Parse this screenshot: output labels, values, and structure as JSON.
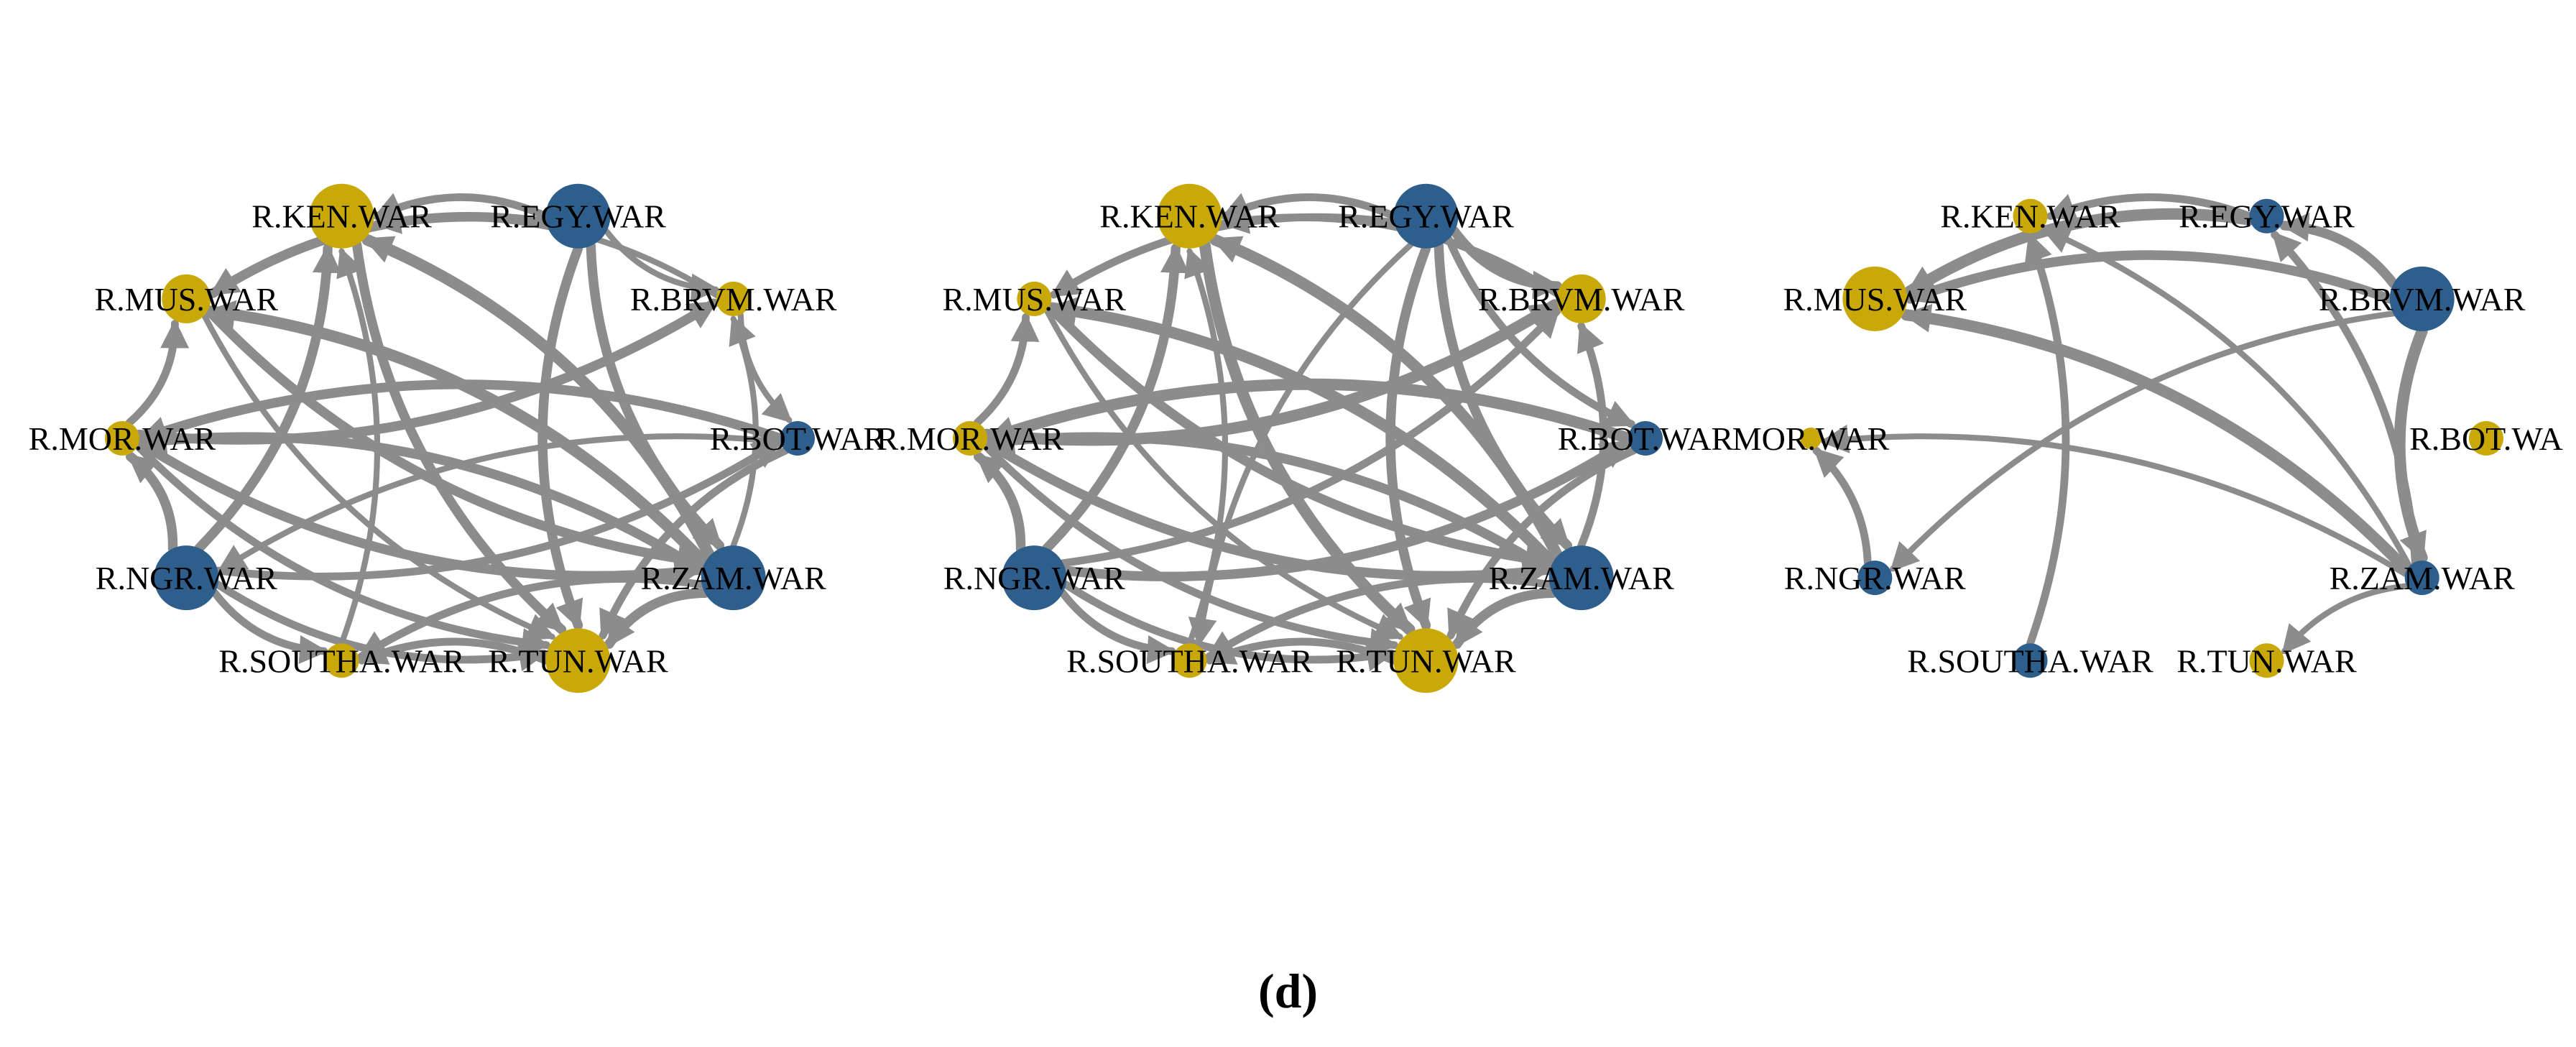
{
  "caption": "(d)",
  "colors": {
    "transmitter": "#2E5E8C",
    "receiver": "#C9A90A",
    "edge": "#8C8C8C",
    "label": "#000000"
  },
  "legend_note": "",
  "panels": [
    {
      "nodes": [
        {
          "id": "KEN",
          "label": "R.KEN.WAR",
          "group": "receiver",
          "size": 3
        },
        {
          "id": "EGY",
          "label": "R.EGY.WAR",
          "group": "transmitter",
          "size": 3
        },
        {
          "id": "BRVM",
          "label": "R.BRVM.WAR",
          "group": "receiver",
          "size": 1
        },
        {
          "id": "BOT",
          "label": "R.BOT.WAR",
          "group": "transmitter",
          "size": 1
        },
        {
          "id": "ZAM",
          "label": "R.ZAM.WAR",
          "group": "transmitter",
          "size": 3
        },
        {
          "id": "TUN",
          "label": "R.TUN.WAR",
          "group": "receiver",
          "size": 3
        },
        {
          "id": "SOUTHA",
          "label": "R.SOUTHA.WAR",
          "group": "receiver",
          "size": 1
        },
        {
          "id": "NGR",
          "label": "R.NGR.WAR",
          "group": "transmitter",
          "size": 3
        },
        {
          "id": "MOR",
          "label": "R.MOR.WAR",
          "group": "receiver",
          "size": 1
        },
        {
          "id": "MUS",
          "label": "R.MUS.WAR",
          "group": "receiver",
          "size": 2
        }
      ],
      "edges": [
        {
          "from": "EGY",
          "to": "KEN",
          "weight": 3
        },
        {
          "from": "EGY",
          "to": "MUS",
          "weight": 4
        },
        {
          "from": "EGY",
          "to": "BRVM",
          "weight": 2
        },
        {
          "from": "EGY",
          "to": "ZAM",
          "weight": 4
        },
        {
          "from": "EGY",
          "to": "TUN",
          "weight": 4
        },
        {
          "from": "BRVM",
          "to": "KEN",
          "weight": 2
        },
        {
          "from": "BRVM",
          "to": "BOT",
          "weight": 2
        },
        {
          "from": "ZAM",
          "to": "KEN",
          "weight": 5
        },
        {
          "from": "ZAM",
          "to": "MUS",
          "weight": 5
        },
        {
          "from": "ZAM",
          "to": "MOR",
          "weight": 4
        },
        {
          "from": "ZAM",
          "to": "TUN",
          "weight": 4
        },
        {
          "from": "ZAM",
          "to": "SOUTHA",
          "weight": 3
        },
        {
          "from": "ZAM",
          "to": "BRVM",
          "weight": 2
        },
        {
          "from": "NGR",
          "to": "KEN",
          "weight": 4
        },
        {
          "from": "NGR",
          "to": "MOR",
          "weight": 4
        },
        {
          "from": "NGR",
          "to": "TUN",
          "weight": 3
        },
        {
          "from": "NGR",
          "to": "SOUTHA",
          "weight": 3
        },
        {
          "from": "NGR",
          "to": "BOT",
          "weight": 3
        },
        {
          "from": "BOT",
          "to": "MOR",
          "weight": 4
        },
        {
          "from": "BOT",
          "to": "NGR",
          "weight": 2
        },
        {
          "from": "BOT",
          "to": "TUN",
          "weight": 3
        },
        {
          "from": "MOR",
          "to": "MUS",
          "weight": 3
        },
        {
          "from": "MOR",
          "to": "BRVM",
          "weight": 4
        },
        {
          "from": "MOR",
          "to": "ZAM",
          "weight": 4
        },
        {
          "from": "MOR",
          "to": "TUN",
          "weight": 3
        },
        {
          "from": "MUS",
          "to": "ZAM",
          "weight": 4
        },
        {
          "from": "MUS",
          "to": "TUN",
          "weight": 2
        },
        {
          "from": "TUN",
          "to": "SOUTHA",
          "weight": 3
        },
        {
          "from": "SOUTHA",
          "to": "KEN",
          "weight": 2
        },
        {
          "from": "KEN",
          "to": "TUN",
          "weight": 4
        }
      ]
    },
    {
      "nodes": [
        {
          "id": "KEN",
          "label": "R.KEN.WAR",
          "group": "receiver",
          "size": 3
        },
        {
          "id": "EGY",
          "label": "R.EGY.WAR",
          "group": "transmitter",
          "size": 3
        },
        {
          "id": "BRVM",
          "label": "R.BRVM.WAR",
          "group": "receiver",
          "size": 2
        },
        {
          "id": "BOT",
          "label": "R.BOT.WAR",
          "group": "transmitter",
          "size": 1
        },
        {
          "id": "ZAM",
          "label": "R.ZAM.WAR",
          "group": "transmitter",
          "size": 3
        },
        {
          "id": "TUN",
          "label": "R.TUN.WAR",
          "group": "receiver",
          "size": 3
        },
        {
          "id": "SOUTHA",
          "label": "R.SOUTHA.WAR",
          "group": "receiver",
          "size": 1
        },
        {
          "id": "NGR",
          "label": "R.NGR.WAR",
          "group": "transmitter",
          "size": 3
        },
        {
          "id": "MOR",
          "label": "R.MOR.WAR",
          "group": "receiver",
          "size": 1
        },
        {
          "id": "MUS",
          "label": "R.MUS.WAR",
          "group": "receiver",
          "size": 1
        }
      ],
      "edges": [
        {
          "from": "EGY",
          "to": "KEN",
          "weight": 3
        },
        {
          "from": "EGY",
          "to": "MUS",
          "weight": 3
        },
        {
          "from": "EGY",
          "to": "BRVM",
          "weight": 4
        },
        {
          "from": "EGY",
          "to": "BOT",
          "weight": 3
        },
        {
          "from": "EGY",
          "to": "ZAM",
          "weight": 4
        },
        {
          "from": "EGY",
          "to": "TUN",
          "weight": 4
        },
        {
          "from": "EGY",
          "to": "SOUTHA",
          "weight": 2
        },
        {
          "from": "BRVM",
          "to": "KEN",
          "weight": 3
        },
        {
          "from": "ZAM",
          "to": "KEN",
          "weight": 5
        },
        {
          "from": "ZAM",
          "to": "MUS",
          "weight": 5
        },
        {
          "from": "ZAM",
          "to": "MOR",
          "weight": 4
        },
        {
          "from": "ZAM",
          "to": "TUN",
          "weight": 4
        },
        {
          "from": "ZAM",
          "to": "SOUTHA",
          "weight": 3
        },
        {
          "from": "ZAM",
          "to": "BRVM",
          "weight": 3
        },
        {
          "from": "NGR",
          "to": "KEN",
          "weight": 4
        },
        {
          "from": "NGR",
          "to": "MOR",
          "weight": 4
        },
        {
          "from": "NGR",
          "to": "TUN",
          "weight": 3
        },
        {
          "from": "NGR",
          "to": "SOUTHA",
          "weight": 3
        },
        {
          "from": "NGR",
          "to": "BOT",
          "weight": 4
        },
        {
          "from": "NGR",
          "to": "BRVM",
          "weight": 3
        },
        {
          "from": "BOT",
          "to": "MOR",
          "weight": 5
        },
        {
          "from": "BOT",
          "to": "TUN",
          "weight": 3
        },
        {
          "from": "MOR",
          "to": "MUS",
          "weight": 3
        },
        {
          "from": "MOR",
          "to": "BRVM",
          "weight": 5
        },
        {
          "from": "MOR",
          "to": "ZAM",
          "weight": 4
        },
        {
          "from": "MOR",
          "to": "TUN",
          "weight": 3
        },
        {
          "from": "MUS",
          "to": "ZAM",
          "weight": 4
        },
        {
          "from": "MUS",
          "to": "TUN",
          "weight": 2
        },
        {
          "from": "TUN",
          "to": "SOUTHA",
          "weight": 3
        },
        {
          "from": "SOUTHA",
          "to": "KEN",
          "weight": 2
        },
        {
          "from": "KEN",
          "to": "TUN",
          "weight": 5
        }
      ]
    },
    {
      "nodes": [
        {
          "id": "KEN",
          "label": "R.KEN.WAR",
          "group": "receiver",
          "size": 1
        },
        {
          "id": "EGY",
          "label": "R.EGY.WAR",
          "group": "transmitter",
          "size": 1
        },
        {
          "id": "BRVM",
          "label": "R.BRVM.WAR",
          "group": "transmitter",
          "size": 3
        },
        {
          "id": "BOT",
          "label": "R.BOT.WA",
          "group": "receiver",
          "size": 1
        },
        {
          "id": "ZAM",
          "label": "R.ZAM.WAR",
          "group": "transmitter",
          "size": 1
        },
        {
          "id": "TUN",
          "label": "R.TUN.WAR",
          "group": "receiver",
          "size": 1
        },
        {
          "id": "SOUTHA",
          "label": "R.SOUTHA.WAR",
          "group": "transmitter",
          "size": 1
        },
        {
          "id": "NGR",
          "label": "R.NGR.WAR",
          "group": "transmitter",
          "size": 1
        },
        {
          "id": "MOR",
          "label": "MOR.WAR",
          "group": "receiver",
          "size": 0
        },
        {
          "id": "MUS",
          "label": "R.MUS.WAR",
          "group": "receiver",
          "size": 3
        }
      ],
      "edges": [
        {
          "from": "EGY",
          "to": "KEN",
          "weight": 3
        },
        {
          "from": "EGY",
          "to": "MUS",
          "weight": 5
        },
        {
          "from": "BRVM",
          "to": "MUS",
          "weight": 4
        },
        {
          "from": "BRVM",
          "to": "EGY",
          "weight": 4
        },
        {
          "from": "BRVM",
          "to": "ZAM",
          "weight": 5
        },
        {
          "from": "BRVM",
          "to": "NGR",
          "weight": 2
        },
        {
          "from": "ZAM",
          "to": "MUS",
          "weight": 5
        },
        {
          "from": "ZAM",
          "to": "EGY",
          "weight": 3
        },
        {
          "from": "ZAM",
          "to": "KEN",
          "weight": 2
        },
        {
          "from": "ZAM",
          "to": "TUN",
          "weight": 2
        },
        {
          "from": "ZAM",
          "to": "MOR",
          "weight": 2
        },
        {
          "from": "NGR",
          "to": "MOR",
          "weight": 3
        },
        {
          "from": "SOUTHA",
          "to": "KEN",
          "weight": 3
        }
      ]
    }
  ]
}
